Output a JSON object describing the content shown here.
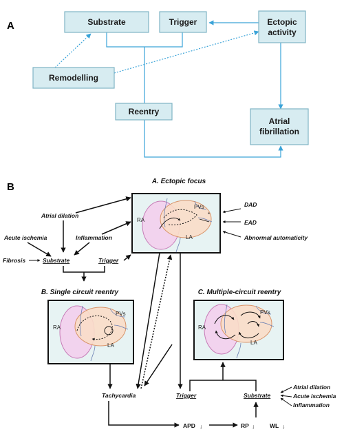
{
  "panel_a": {
    "label": "A",
    "boxes": {
      "substrate": "Substrate",
      "trigger": "Trigger",
      "ectopic_line1": "Ectopic",
      "ectopic_line2": "activity",
      "remodelling": "Remodelling",
      "reentry": "Reentry",
      "af_line1": "Atrial",
      "af_line2": "fibrillation"
    }
  },
  "panel_b": {
    "label": "B",
    "ectopic_focus_title": "A. Ectopic  focus",
    "single_circuit_title": "B. Single circuit  reentry",
    "multiple_circuit_title": "C. Multiple-circuit  reentry",
    "heart_labels": {
      "ra": "RA",
      "la": "LA",
      "pvs": "PVs"
    },
    "mechanisms": [
      "DAD",
      "EAD",
      "Abnormal automaticity"
    ],
    "causes": {
      "atrial_dilation": "Atrial dilation",
      "acute_ischemia": "Acute ischemia",
      "inflammation": "Inflammation",
      "fibrosis": "Fibrosis",
      "substrate": "Substrate",
      "trigger": "Trigger"
    },
    "bottom": {
      "tachycardia": "Tachycardia",
      "trigger": "Trigger",
      "substrate": "Substrate",
      "apd": "APD",
      "rp": "RP",
      "wl": "WL",
      "down_arrow": "↓"
    },
    "right_causes": [
      "Atrial dilation",
      "Acute ischemia",
      "Inflammation"
    ]
  },
  "colors": {
    "box_fill": "#d7ecf1",
    "box_stroke": "#7fb3c4",
    "arrow_blue": "#3aa3d8",
    "panel_fill": "#e7f3f3",
    "ra_fill": "#f2d3ee",
    "la_fill": "#f9ddc8"
  }
}
